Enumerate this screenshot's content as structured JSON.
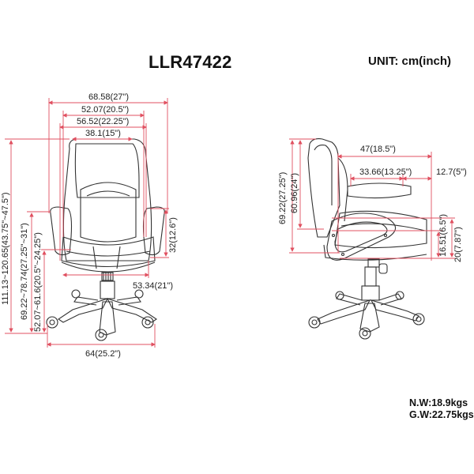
{
  "header": {
    "model": "LLR47422",
    "unit": "UNIT: cm(inch)"
  },
  "weights": {
    "net": "N.W:18.9kgs",
    "gross": "G.W:22.75kgs"
  },
  "front_view": {
    "overall_width": "68.58(27\")",
    "arm_inner_width": "52.07(20.5\")",
    "back_width": "56.52(22.25\")",
    "headrest_width": "38.1(15\")",
    "overall_height": "111.13~120.65(43.75\"~47.5\")",
    "arm_height": "69.22~78.74(27.25\"~31\")",
    "seat_height": "52.07~61.6(20.5\"~24.25\")",
    "armrest_height": "32(12.6\")",
    "seat_width": "53.34(21\")",
    "base_width": "64(25.2\")"
  },
  "side_view": {
    "overall_depth": "47(18.5\")",
    "seat_depth": "33.66(13.25\")",
    "front_offset": "12.7(5\")",
    "back_height": "69.22(27.25\")",
    "back_inner_height": "60.96(24\")",
    "seat_thickness": "16.51(6.5\")",
    "arm_to_seat": "20(7.87\")"
  },
  "colors": {
    "dimension_line": "#e05060",
    "outline": "#333333"
  }
}
